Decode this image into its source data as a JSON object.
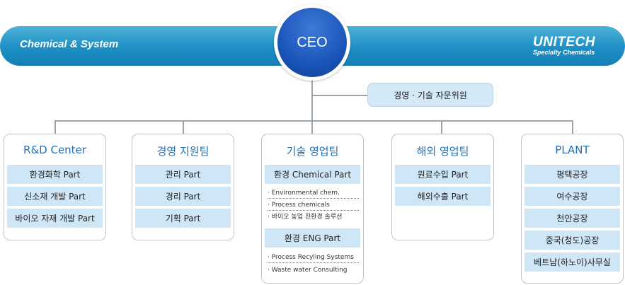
{
  "banner": {
    "left_text": "Chemical & System",
    "logo_line1": "UNITECH",
    "logo_line2": "Specialty Chemicals"
  },
  "ceo": {
    "label": "CEO"
  },
  "advisor": {
    "label": "경영 · 기술 자문위원"
  },
  "depts": [
    {
      "title": "R&D Center",
      "parts": [
        "환경화학 Part",
        "신소재 개발 Part",
        "바이오 자재 개발 Part"
      ]
    },
    {
      "title": "경영 지원팀",
      "parts": [
        "관리 Part",
        "경리 Part",
        "기획 Part"
      ]
    },
    {
      "title": "기술 영업팀",
      "parts": [
        "환경 Chemical Part",
        "환경 ENG Part"
      ],
      "chem_items": [
        "· Environmental chem.",
        "· Process chemicals",
        "· 바이오 농업 친환경 솔루션"
      ],
      "eng_items": [
        "· Process Recyling Systems",
        "· Waste water Consulting"
      ]
    },
    {
      "title": "해외 영업팀",
      "parts": [
        "원료수입 Part",
        "해외수출 Part"
      ]
    },
    {
      "title": "PLANT",
      "parts": [
        "평택공장",
        "여수공장",
        "천안공장",
        "중국(청도)공장",
        "베트남(하노이)사무실"
      ]
    }
  ],
  "colors": {
    "banner": "#1d8fc4",
    "ceo": "#1a55b8",
    "part_bg": "#cfe6f7",
    "title": "#1f6fb6"
  }
}
